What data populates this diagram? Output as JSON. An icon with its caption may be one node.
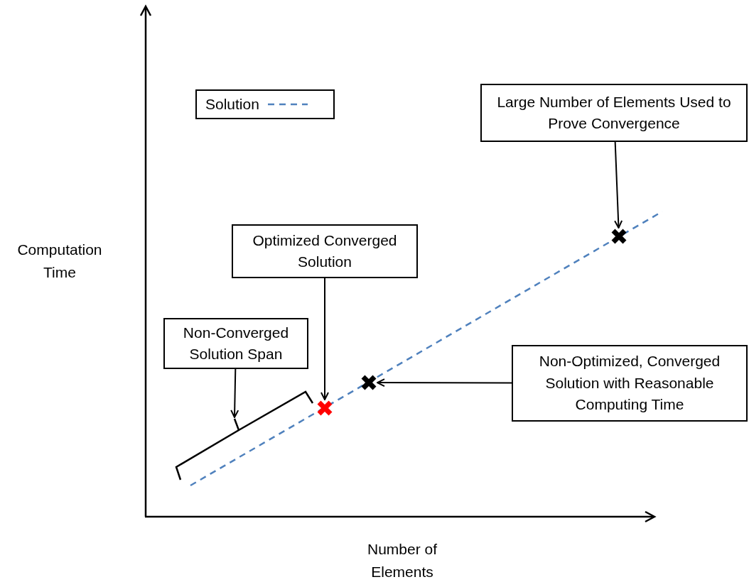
{
  "diagram": {
    "nodes": [
      {
        "text": [
          "Large Number of Elements Used to Prove Convergence"
        ]
      },
      {
        "text": [
          "Optimized Converged Solution"
        ]
      },
      {
        "text": [],
        "shape": "cross"
      },
      {
        "text": [
          "Non-Converged Solution Span"
        ]
      },
      {
        "text": [
          "Non-Optimized, Converged Solution with Reasonable Computing Time"
        ]
      },
      {
        "text": [],
        "shape": "cross"
      },
      {
        "text": [],
        "shape": "cross"
      },
      {
        "text": [],
        "shape": "bracket"
      }
    ],
    "edges": [
      {
        "from": 0,
        "to": 2,
        "arrow": "to"
      },
      {
        "from": 1,
        "to": 6,
        "arrow": "to"
      },
      {
        "from": 3,
        "to": 7,
        "arrow": "to"
      },
      {
        "from": 4,
        "to": 5,
        "arrow": "to"
      }
    ],
    "labels": [
      "Computation Time",
      "Number of Elements"
    ],
    "legend": [
      {
        "text": "Solution"
      }
    ]
  }
}
